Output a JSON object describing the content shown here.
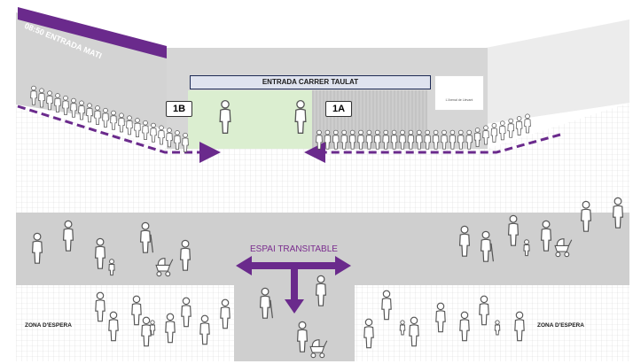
{
  "entrance_banner": "08:50 ENTRADA MATI",
  "entrance_name": "ENTRADA CARRER TAULAT",
  "gate_left": "1B",
  "gate_right": "1A",
  "walkway_label": "ESPAI TRANSITABLE",
  "waiting_zone_left": "ZONA D'ESPERA",
  "waiting_zone_right": "ZONA D'ESPERA",
  "logo_text": "L'Arenal de Llevant",
  "colors": {
    "accent_purple": "#6a2a8c",
    "gate_green_area": "#dbeed0",
    "wall_gray": "#d3d3d3",
    "floor_grid": "#ebebeb",
    "walkway_gray": "#cfcfcf",
    "person_stroke": "#555555"
  },
  "icons": [
    "person-icon",
    "child-icon",
    "stroller-icon",
    "walking-cane-icon",
    "logo-leaf-icon"
  ]
}
